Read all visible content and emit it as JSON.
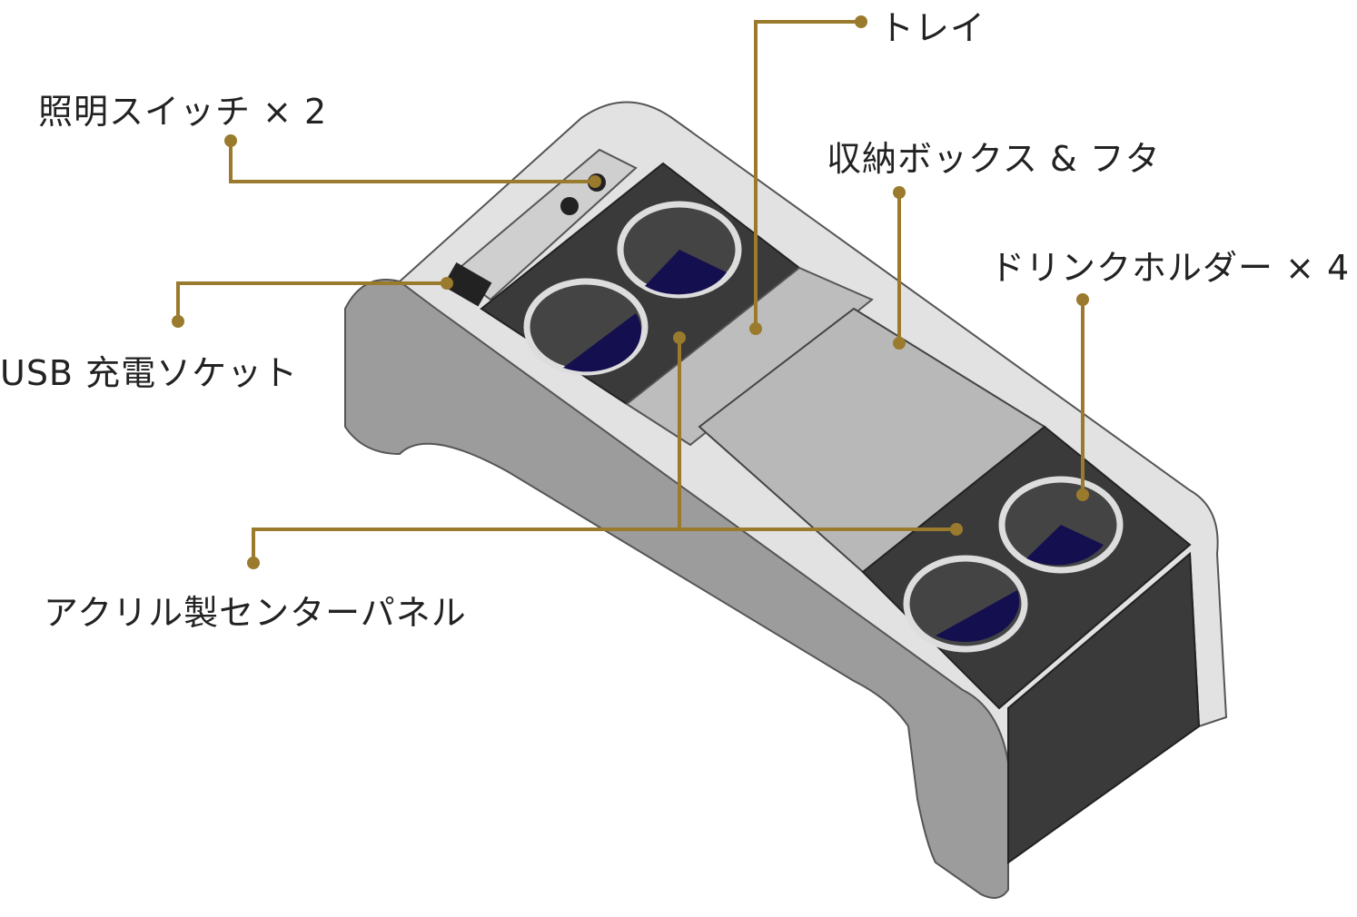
{
  "accent_color": "#9a7a2c",
  "labels": {
    "tray": "トレイ",
    "light_switch": "照明スイッチ × 2",
    "storage_box": "収納ボックス & フタ",
    "drink_holder": "ドリンクホルダー × 4",
    "usb_socket": "USB 充電ソケット",
    "acrylic_panel": "アクリル製センターパネル"
  }
}
